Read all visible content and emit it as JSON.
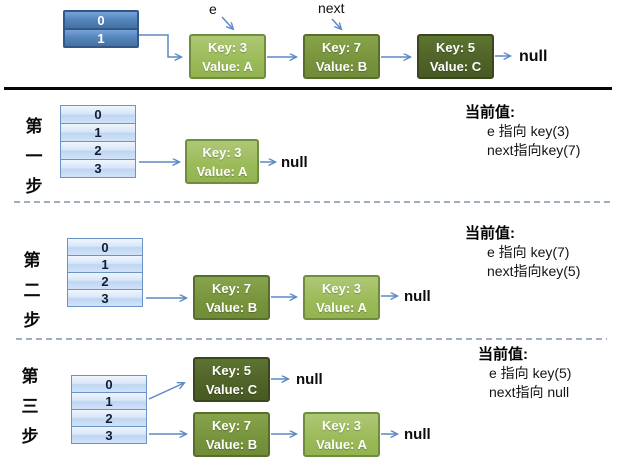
{
  "colors": {
    "node_light_green": "#9bbb59",
    "node_mid_green": "#77933c",
    "node_dark_green": "#4f6228",
    "node_text": "#ffffff",
    "bucket_header_blue": "#4f81bd",
    "bucket_cell_blue": "#c9dcf4",
    "arrow_blue": "#5b89c4",
    "dashed_separator": "#8094a8",
    "solid_separator": "#060606"
  },
  "top": {
    "array_cells": [
      "0",
      "1"
    ],
    "pointer_e_label": "e",
    "pointer_next_label": "next",
    "nodes": [
      {
        "key": "Key: 3",
        "value": "Value: A"
      },
      {
        "key": "Key: 7",
        "value": "Value: B"
      },
      {
        "key": "Key: 5",
        "value": "Value: C"
      }
    ],
    "null_label": "null"
  },
  "sections": [
    {
      "step_chars": [
        "第",
        "一",
        "步"
      ],
      "array_cells": [
        "0",
        "1",
        "2",
        "3"
      ],
      "nodes": [
        {
          "key": "Key: 3",
          "value": "Value: A"
        }
      ],
      "null_label": "null",
      "current_value": {
        "title": "当前值:",
        "line1": "e  指向 key(3)",
        "line2": "next指向key(7)"
      }
    },
    {
      "step_chars": [
        "第",
        "二",
        "步"
      ],
      "array_cells": [
        "0",
        "1",
        "2",
        "3"
      ],
      "nodes": [
        {
          "key": "Key: 7",
          "value": "Value: B"
        },
        {
          "key": "Key: 3",
          "value": "Value: A"
        }
      ],
      "null_label": "null",
      "current_value": {
        "title": "当前值:",
        "line1": "e  指向 key(7)",
        "line2": "next指向key(5)"
      }
    },
    {
      "step_chars": [
        "第",
        "三",
        "步"
      ],
      "array_cells": [
        "0",
        "1",
        "2",
        "3"
      ],
      "row1_nodes": [
        {
          "key": "Key: 5",
          "value": "Value: C"
        }
      ],
      "row1_null_label": "null",
      "nodes": [
        {
          "key": "Key: 7",
          "value": "Value: B"
        },
        {
          "key": "Key: 3",
          "value": "Value: A"
        }
      ],
      "null_label": "null",
      "current_value": {
        "title": "当前值:",
        "line1": "e  指向 key(5)",
        "line2": "next指向 null"
      }
    }
  ]
}
